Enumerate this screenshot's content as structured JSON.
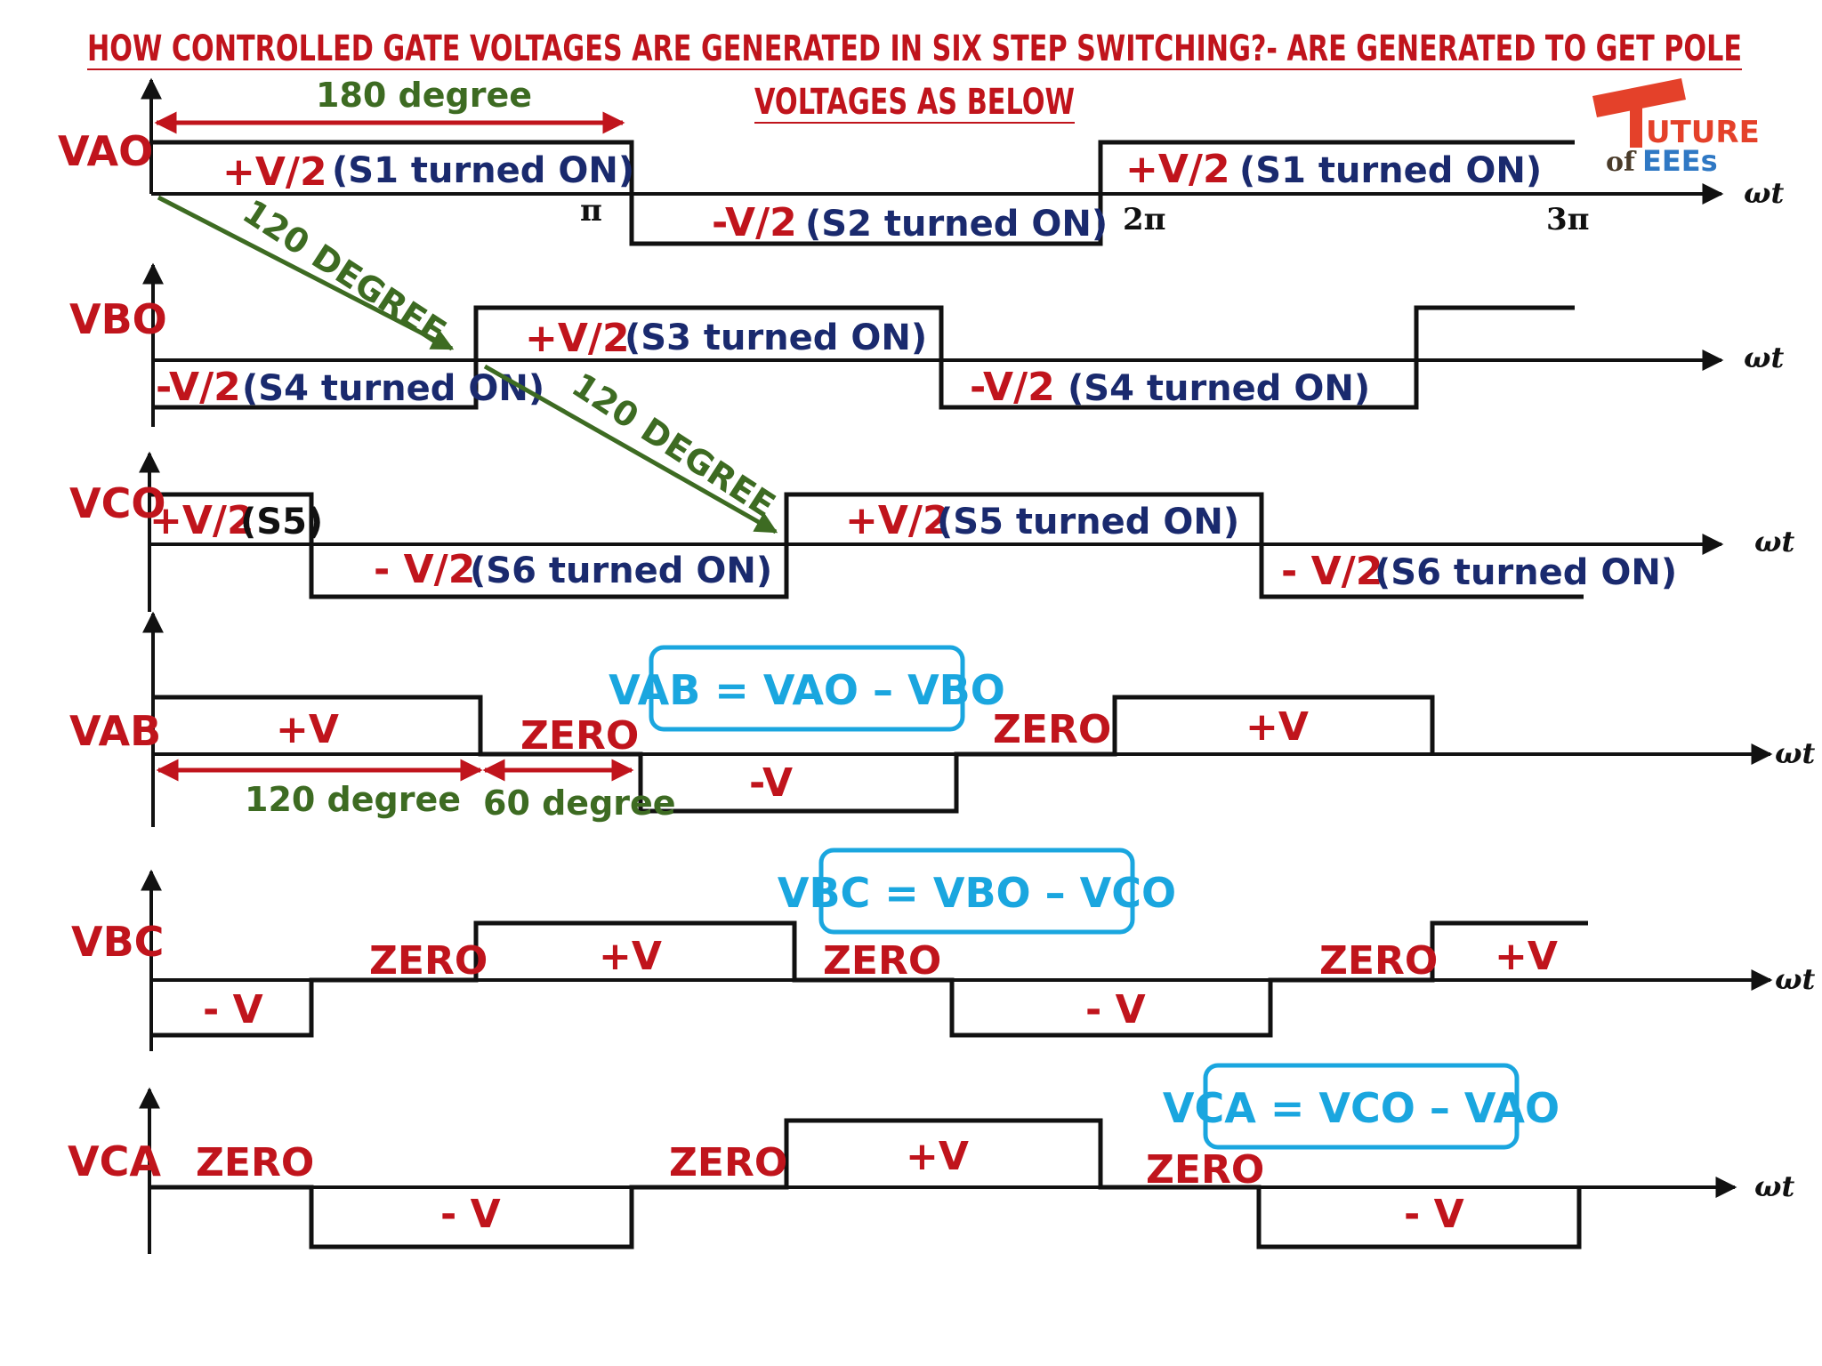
{
  "title": {
    "line1": "HOW CONTROLLED GATE VOLTAGES ARE GENERATED IN SIX STEP SWITCHING?- ARE GENERATED TO GET POLE",
    "line2": "VOLTAGES AS BELOW"
  },
  "logo": {
    "line1": "UTURE",
    "line2_a": "of",
    "line2_b": "EEEs"
  },
  "axis_label": "ωt",
  "ticks": {
    "pi": "π",
    "two_pi": "2π",
    "three_pi": "3π"
  },
  "signals": {
    "vao": {
      "name": "VAO",
      "pos1": "+V/2",
      "pos1_note": "(S1 turned ON)",
      "neg1": "-V/2",
      "neg1_note": "(S2 turned ON)",
      "pos2": "+V/2",
      "pos2_note": "(S1 turned ON)"
    },
    "vbo": {
      "name": "VBO",
      "neg1": "-V/2",
      "neg1_note": "(S4 turned ON)",
      "pos1": "+V/2",
      "pos1_note": "(S3 turned ON)",
      "neg2": "-V/2",
      "neg2_note": "(S4 turned ON)"
    },
    "vco": {
      "name": "VCO",
      "pos1": "+V/2",
      "pos1_note": "(S5)",
      "neg1": "- V/2",
      "neg1_note": "(S6 turned ON)",
      "pos2": "+V/2",
      "pos2_note": "(S5 turned ON)",
      "neg2": "- V/2",
      "neg2_note": "(S6 turned ON)"
    },
    "vab": {
      "name": "VAB",
      "equation": "VAB = VAO – VBO",
      "l1": "+V",
      "l2": "ZERO",
      "l3": "-V",
      "l4": "ZERO",
      "l5": "+V"
    },
    "vbc": {
      "name": "VBC",
      "equation": "VBC = VBO – VCO",
      "l1": "- V",
      "l2": "ZERO",
      "l3": "+V",
      "l4": "ZERO",
      "l5": "- V",
      "l6": "ZERO",
      "l7": "+V"
    },
    "vca": {
      "name": "VCA",
      "equation": "VCA = VCO – VAO",
      "l1": "ZERO",
      "l2": "- V",
      "l3": "ZERO",
      "l4": "+V",
      "l5": "ZERO",
      "l6": "- V"
    }
  },
  "annotations": {
    "deg180": "180 degree",
    "deg120_a": "120 DEGREE",
    "deg120_b": "120 DEGREE",
    "deg120_c": "120 degree",
    "deg60": "60 degree"
  },
  "colors": {
    "title": "#c0141c",
    "voltage_label": "#c0141c",
    "switch_label": "#1a2a6e",
    "annotation": "#3d6b22",
    "equation": "#1aa6df",
    "waveform": "#111111"
  }
}
